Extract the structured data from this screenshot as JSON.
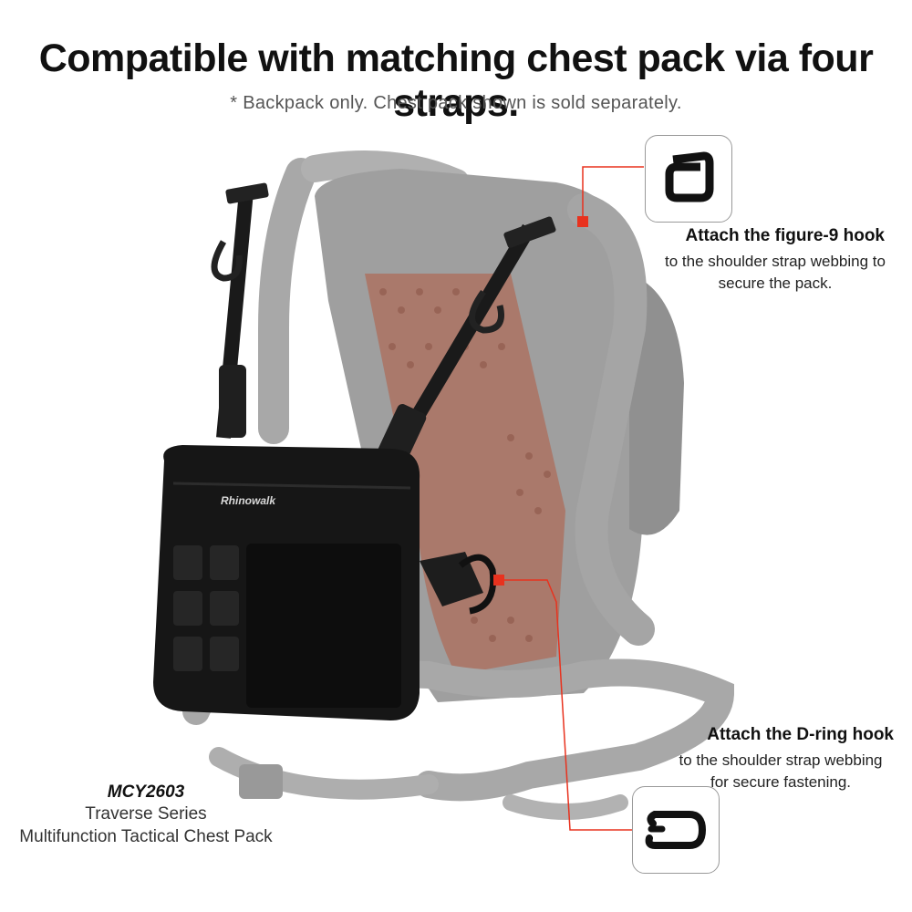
{
  "header": {
    "title": "Compatible with matching chest pack via four straps.",
    "subtitle": "* Backpack only. Chest pack shown is sold separately."
  },
  "callouts": [
    {
      "title": "Attach the figure-9 hook",
      "description_line1": "to the shoulder strap webbing to",
      "description_line2": "secure the pack.",
      "icon": "figure-9-hook-icon"
    },
    {
      "title": "Attach the D-ring hook",
      "description_line1": "to the shoulder strap webbing",
      "description_line2": "for secure fastening.",
      "icon": "d-ring-hook-icon"
    }
  ],
  "product": {
    "code": "MCY2603",
    "series": "Traverse Series",
    "name": "Multifunction Tactical Chest Pack",
    "brand_logo_text": "Rhinowalk"
  },
  "colors": {
    "marker": "#e8321e",
    "backpack": "#8a8a8a",
    "mesh": "#c0492e",
    "chest_pack": "#141414"
  }
}
